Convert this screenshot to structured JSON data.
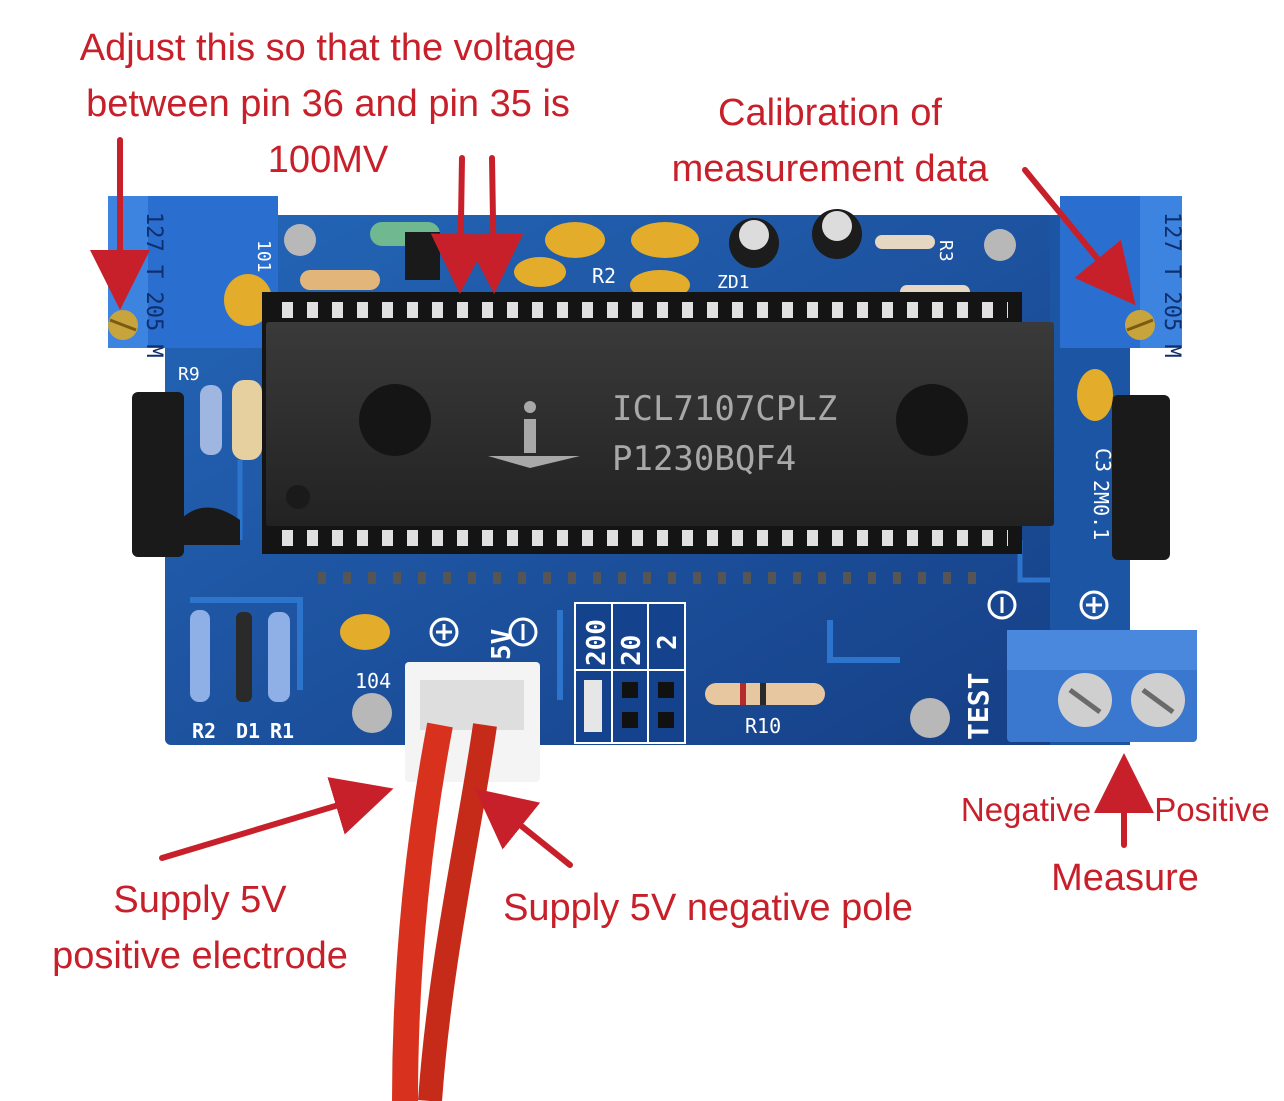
{
  "annotations": {
    "adjust": [
      "Adjust this so that the voltage",
      "between pin 36 and pin 35 is",
      "100MV"
    ],
    "calibration": [
      "Calibration of",
      "measurement data"
    ],
    "supply_positive": [
      "Supply 5V",
      "positive electrode"
    ],
    "supply_negative": "Supply 5V negative pole",
    "negative": "Negative",
    "positive": "Positive",
    "measure": "Measure"
  },
  "chip": {
    "line1": "ICL7107CPLZ",
    "line2": "P1230BQF4"
  },
  "board_labels": {
    "range_200": "200",
    "range_20": "20",
    "range_2": "2",
    "r10": "R10",
    "test": "TEST",
    "r2": "R2",
    "d1": "D1",
    "r1": "R1",
    "cap_104": "104",
    "v5": "5V",
    "r2_top": "R2",
    "zd1": "ZD1",
    "r3": "R3",
    "r9": "R9",
    "pot_left_code": "127 T 205 M",
    "pot_right_code": "127 T 205 M",
    "c3": "C3",
    "r101": "101",
    "shunt": "2M0.1"
  },
  "colors": {
    "annotation": "#c8202a",
    "pcb": "#1e5aa8",
    "chip": "#2c2c2c",
    "terminal": "#3a78d0",
    "wire": "#d8321e"
  }
}
